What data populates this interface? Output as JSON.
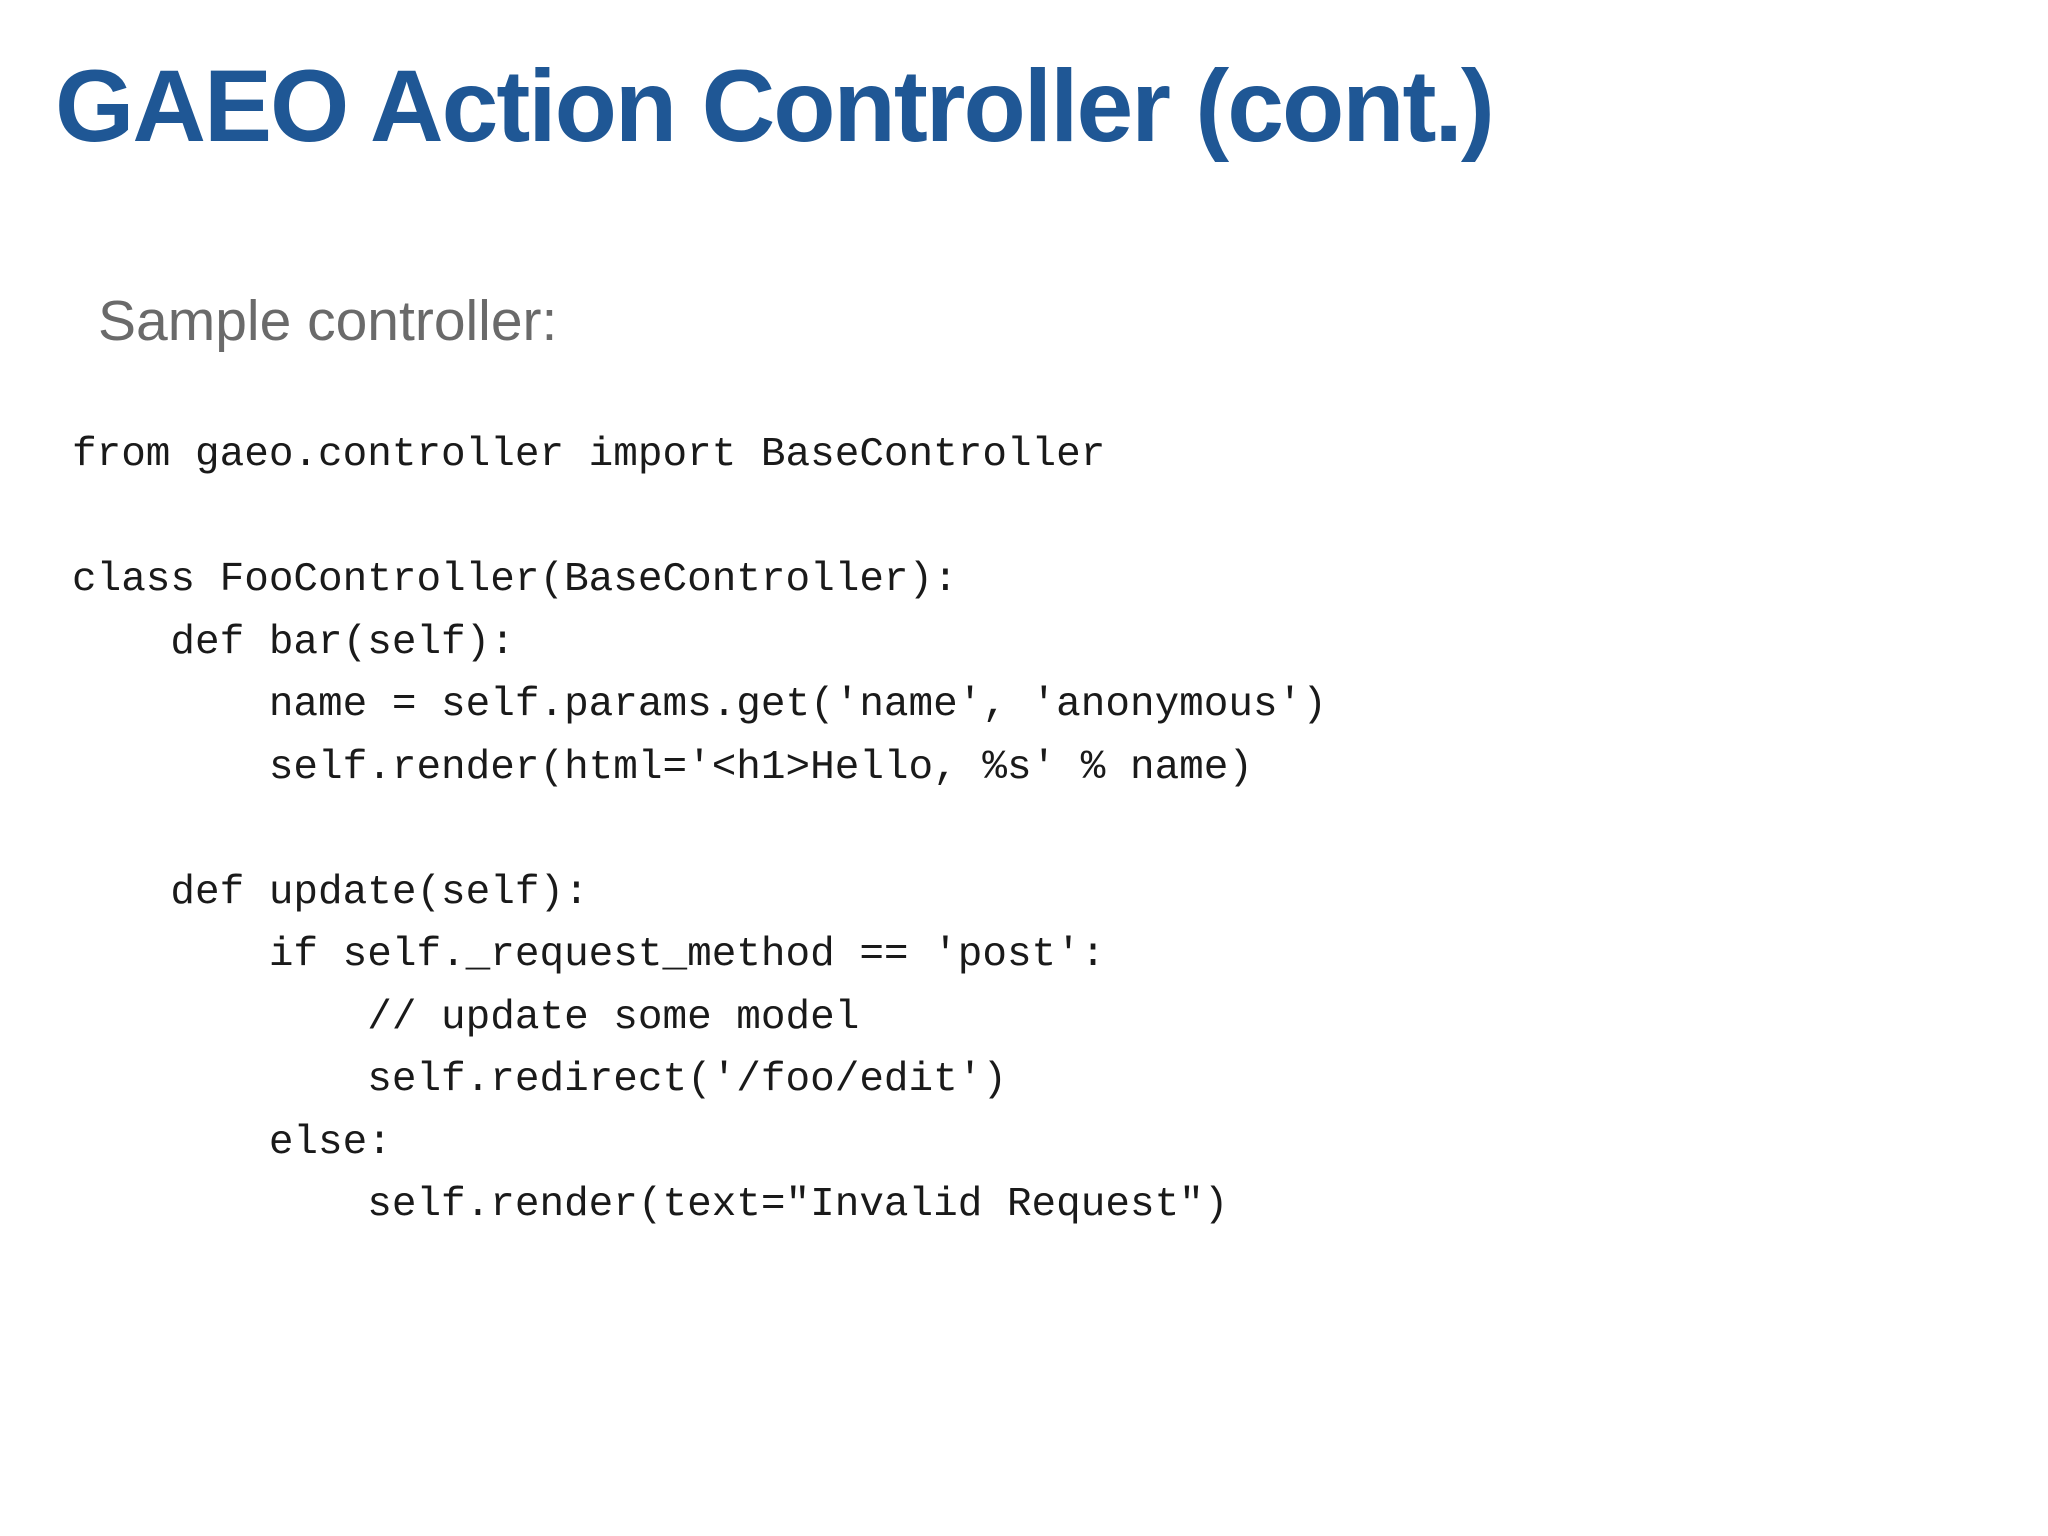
{
  "slide": {
    "title": "GAEO Action Controller (cont.)",
    "subtitle": "Sample controller:",
    "code": {
      "lines": [
        "from gaeo.controller import BaseController",
        "",
        "class FooController(BaseController):",
        "    def bar(self):",
        "        name = self.params.get('name', 'anonymous')",
        "        self.render(html='<h1>Hello, %s' % name)",
        "",
        "    def update(self):",
        "        if self._request_method == 'post':",
        "            // update some model",
        "            self.redirect('/foo/edit')",
        "        else:",
        "            self.render(text=\"Invalid Request\")"
      ]
    },
    "colors": {
      "title": "#1f5795",
      "subtitle": "#6a6a6a",
      "code": "#1a1a1a",
      "background": "#ffffff"
    }
  }
}
